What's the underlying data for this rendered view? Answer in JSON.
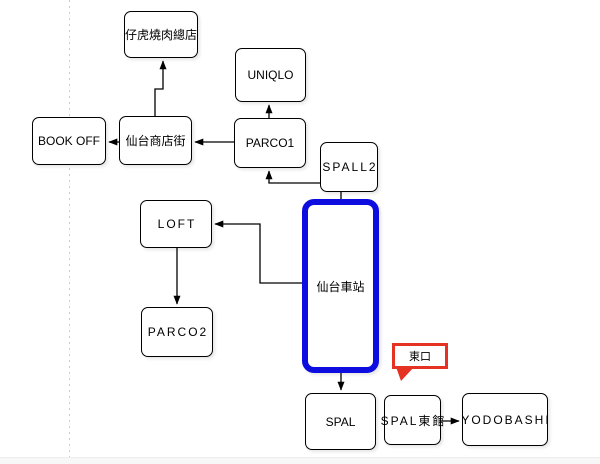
{
  "diagram": {
    "nodes": {
      "yakiniku": {
        "label": "仔虎燒肉總店"
      },
      "uniqlo": {
        "label": "UNIQLO"
      },
      "bookoff": {
        "label": "BOOK OFF"
      },
      "shopping_street": {
        "label": "仙台商店街"
      },
      "parco1": {
        "label": "PARCO1"
      },
      "spal_l2": {
        "label": "SPALL2"
      },
      "loft": {
        "label": "LOFT"
      },
      "station": {
        "label": "仙台車站"
      },
      "parco2": {
        "label": "PARCO2"
      },
      "spal": {
        "label": "SPAL"
      },
      "spal_east": {
        "label": "SPAL東館"
      },
      "yodobashi": {
        "label": "YODOBASHI"
      },
      "east_exit": {
        "label": "東口"
      }
    },
    "edges": [
      {
        "from": "shopping_street",
        "to": "yakiniku",
        "arrow": true
      },
      {
        "from": "shopping_street",
        "to": "bookoff",
        "arrow": true
      },
      {
        "from": "parco1",
        "to": "shopping_street",
        "arrow": true
      },
      {
        "from": "parco1",
        "to": "uniqlo",
        "arrow": true
      },
      {
        "from": "spal_l2",
        "to": "parco1",
        "arrow": true
      },
      {
        "from": "spal_l2",
        "to": "station",
        "arrow": false
      },
      {
        "from": "station",
        "to": "loft",
        "arrow": true
      },
      {
        "from": "loft",
        "to": "parco2",
        "arrow": true
      },
      {
        "from": "station",
        "to": "spal",
        "arrow": true
      },
      {
        "from": "spal_east",
        "to": "yodobashi",
        "arrow": true
      }
    ],
    "colors": {
      "node_border": "#000000",
      "highlight_border": "#0d0de0",
      "callout_border": "#e53323",
      "edge": "#000000",
      "guide_line": "#cccccc"
    }
  }
}
